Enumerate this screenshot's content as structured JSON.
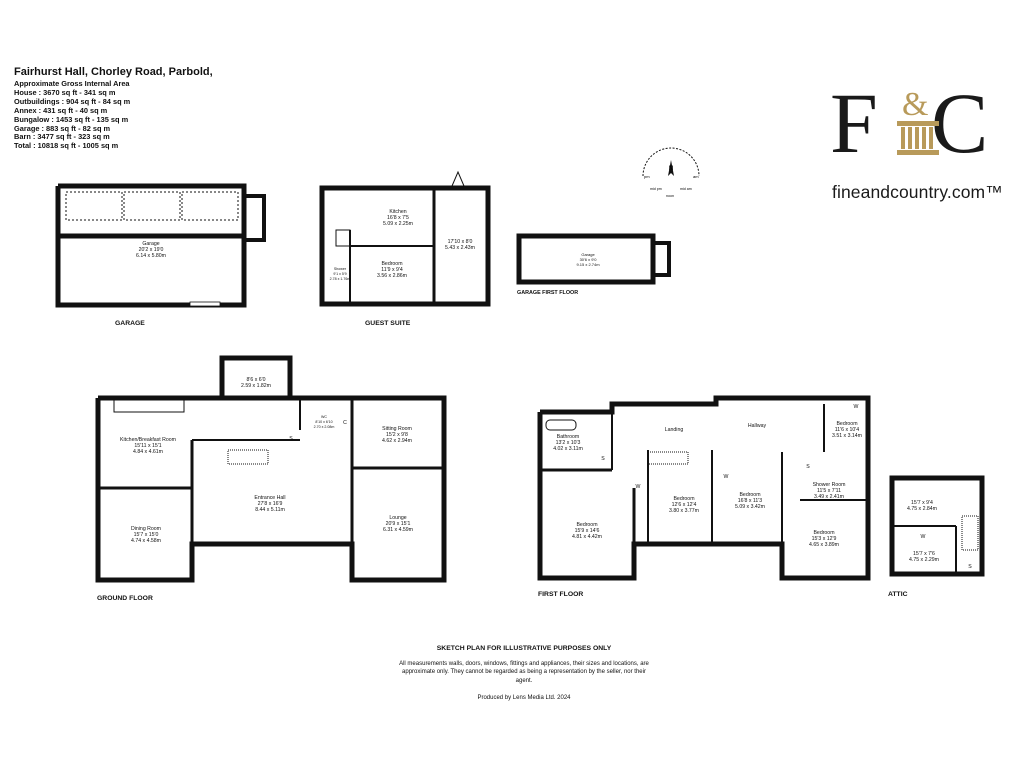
{
  "header": {
    "title": "Fairhurst Hall, Chorley Road, Parbold,",
    "lines": [
      "Approximate Gross Internal Area",
      "House : 3670 sq ft - 341 sq m",
      "Outbuildings : 904 sq ft - 84 sq m",
      "Annex : 431 sq ft - 40 sq m",
      "Bungalow : 1453 sq ft - 135 sq m",
      "Garage : 883 sq ft - 82 sq m",
      "Barn : 3477 sq ft - 323 sq m",
      "Total : 10818 sq ft - 1005 sq m"
    ]
  },
  "logo": {
    "letter_left": "F",
    "ampersand": "&",
    "letter_right": "C",
    "site": "fineandcountry.com™",
    "gold": "#b89a5a"
  },
  "compass": {
    "n": "N",
    "labels": [
      "am",
      "pm",
      "mid am",
      "mid pm",
      "noon"
    ]
  },
  "sections": {
    "garage": "GARAGE",
    "guest": "GUEST SUITE",
    "garage_first": "GARAGE FIRST FLOOR",
    "ground": "GROUND FLOOR",
    "first": "FIRST FLOOR",
    "attic": "ATTIC"
  },
  "rooms": {
    "garage": {
      "name": "Garage",
      "imp": "20'2 x 19'0",
      "met": "6.14 x 5.80m"
    },
    "kitchen_gs": {
      "name": "Kitchen",
      "imp": "16'8 x 7'5",
      "met": "5.09 x 2.25m"
    },
    "bedroom_gs": {
      "name": "Bedroom",
      "imp": "11'9 x 9'4",
      "met": "3.56 x 2.86m"
    },
    "shower_gs": {
      "name": "Shower",
      "imp": "9'1 x 5'9",
      "met": "2.78 x 1.76m"
    },
    "gs_room": {
      "imp": "17'10 x 8'0",
      "met": "5.43 x 2.43m"
    },
    "garage_ff": {
      "name": "Garage",
      "imp": "30'6 x 9'0",
      "met": "9.15 x 2.74m"
    },
    "porch": {
      "imp": "8'6 x 6'0",
      "met": "2.59 x 1.82m"
    },
    "kitchen": {
      "name": "Kitchen/Breakfast Room",
      "imp": "15'11 x 15'1",
      "met": "4.84 x 4.61m"
    },
    "wc": {
      "name": "WC",
      "imp": "8'10 x 6'10",
      "met": "2.70 x 2.08m"
    },
    "sitting": {
      "name": "Sitting Room",
      "imp": "15'2 x 9'8",
      "met": "4.62 x 2.94m"
    },
    "hall": {
      "name": "Entrance Hall",
      "imp": "27'8 x 16'9",
      "met": "8.44 x 5.11m"
    },
    "dining": {
      "name": "Dining Room",
      "imp": "15'7 x 15'0",
      "met": "4.74 x 4.58m"
    },
    "lounge": {
      "name": "Lounge",
      "imp": "20'9 x 15'1",
      "met": "6.31 x 4.59m"
    },
    "bathroom": {
      "name": "Bathroom",
      "imp": "13'2 x 10'3",
      "met": "4.02 x 3.11m"
    },
    "landing": {
      "name": "Landing"
    },
    "hallway": {
      "name": "Hallway"
    },
    "bed1": {
      "name": "Bedroom",
      "imp": "11'6 x 10'4",
      "met": "3.51 x 3.14m"
    },
    "shower_room": {
      "name": "Shower Room",
      "imp": "11'5 x 7'11",
      "met": "3.49 x 2.41m"
    },
    "bed2": {
      "name": "Bedroom",
      "imp": "15'9 x 14'6",
      "met": "4.81 x 4.42m"
    },
    "bed3": {
      "name": "Bedroom",
      "imp": "12'6 x 12'4",
      "met": "3.80 x 3.77m"
    },
    "bed4": {
      "name": "Bedroom",
      "imp": "16'8 x 11'3",
      "met": "5.09 x 3.42m"
    },
    "bed5": {
      "name": "Bedroom",
      "imp": "15'3 x 12'9",
      "met": "4.65 x 3.89m"
    },
    "attic1": {
      "imp": "15'7 x 9'4",
      "met": "4.75 x 2.84m"
    },
    "attic2": {
      "imp": "15'7 x 7'6",
      "met": "4.75 x 2.29m"
    }
  },
  "marks": {
    "s": "S",
    "w": "W",
    "c": "C"
  },
  "notes": {
    "heading": "SKETCH PLAN FOR ILLUSTRATIVE PURPOSES ONLY",
    "body": "All measurements walls, doors, windows, fittings and appliances, their sizes and locations, are approximate only. They cannot be regarded as being a representation by the seller, nor their agent.",
    "produced": "Produced by Lens Media Ltd. 2024"
  }
}
